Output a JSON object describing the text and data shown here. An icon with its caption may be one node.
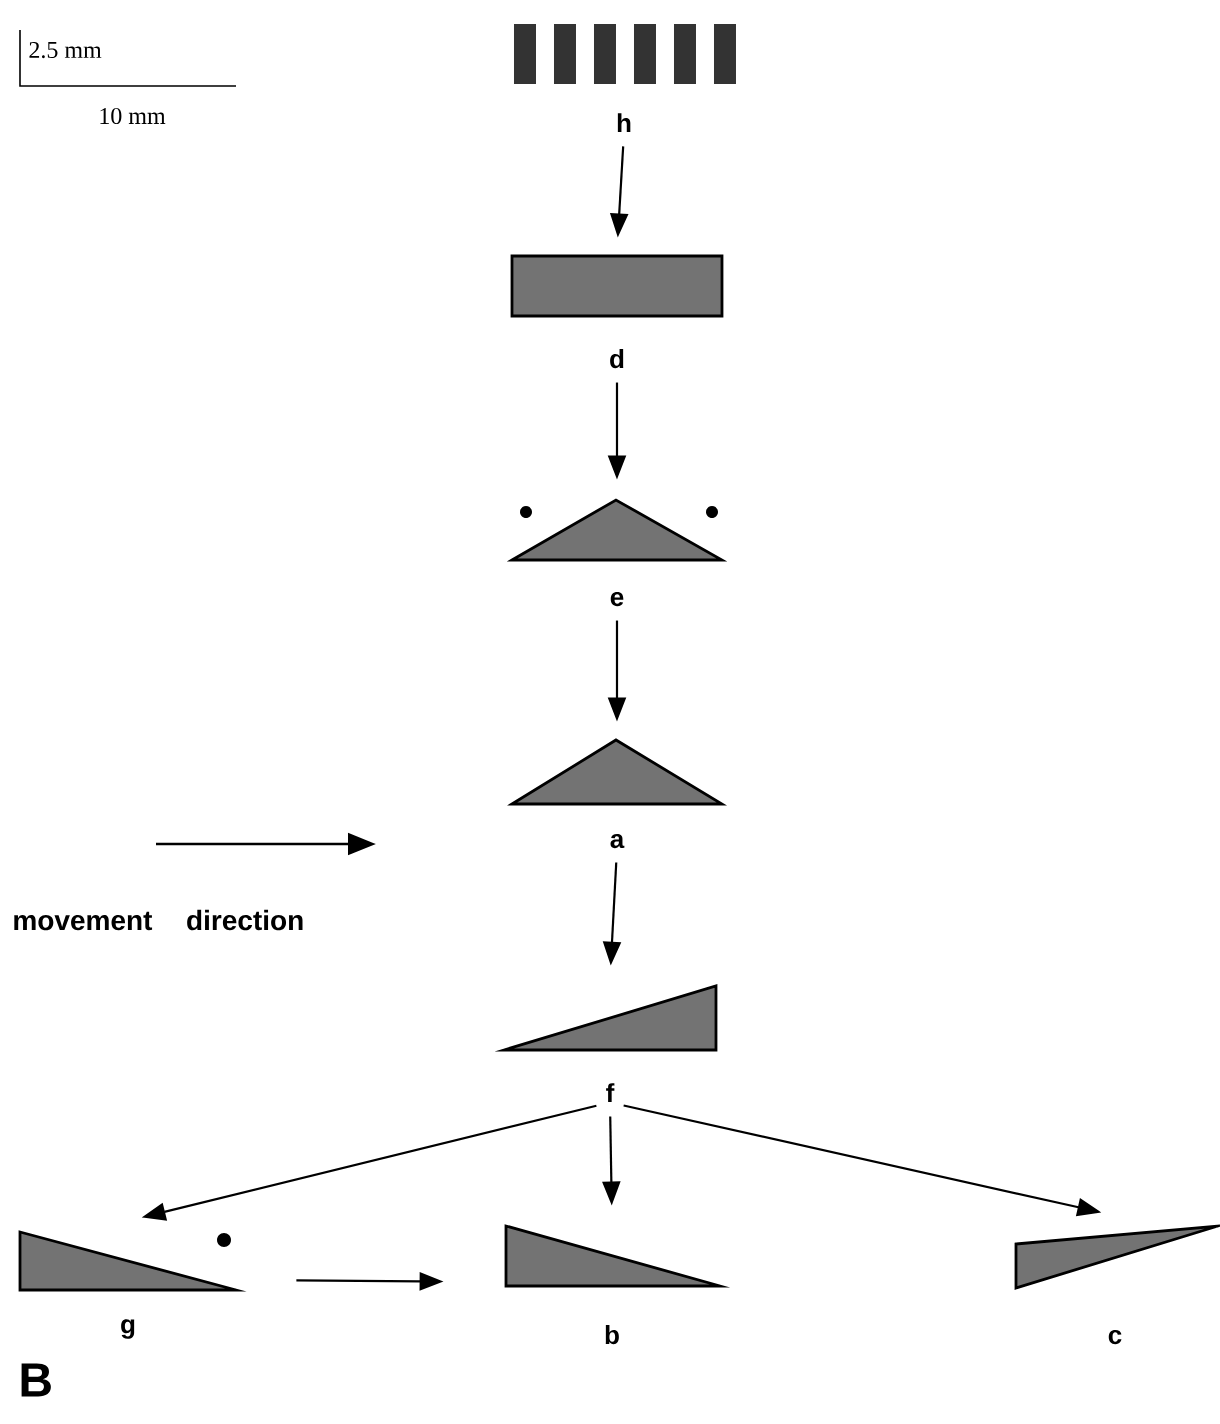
{
  "diagram": {
    "nodes": [
      {
        "text": [
          "h"
        ]
      },
      {
        "text": [
          "d"
        ]
      },
      {
        "text": [
          "e"
        ]
      },
      {
        "text": [
          "a"
        ]
      },
      {
        "text": [
          "f"
        ]
      },
      {
        "text": [
          "g"
        ]
      },
      {
        "text": [
          "b"
        ]
      },
      {
        "text": [
          "c"
        ]
      }
    ],
    "edges": [
      {
        "from": 0,
        "to": 1,
        "arrow": "to"
      },
      {
        "from": 1,
        "to": 2,
        "arrow": "to"
      },
      {
        "from": 2,
        "to": 3,
        "arrow": "to"
      },
      {
        "from": 3,
        "to": 4,
        "arrow": "to"
      },
      {
        "from": 4,
        "to": 5,
        "arrow": "to"
      },
      {
        "from": 4,
        "to": 6,
        "arrow": "to"
      },
      {
        "from": 4,
        "to": 7,
        "arrow": "to"
      },
      {
        "from": 5,
        "to": 6,
        "arrow": "to"
      }
    ],
    "labels": [
      "2.5 mm",
      "10 mm",
      "movement direction",
      "B"
    ]
  }
}
